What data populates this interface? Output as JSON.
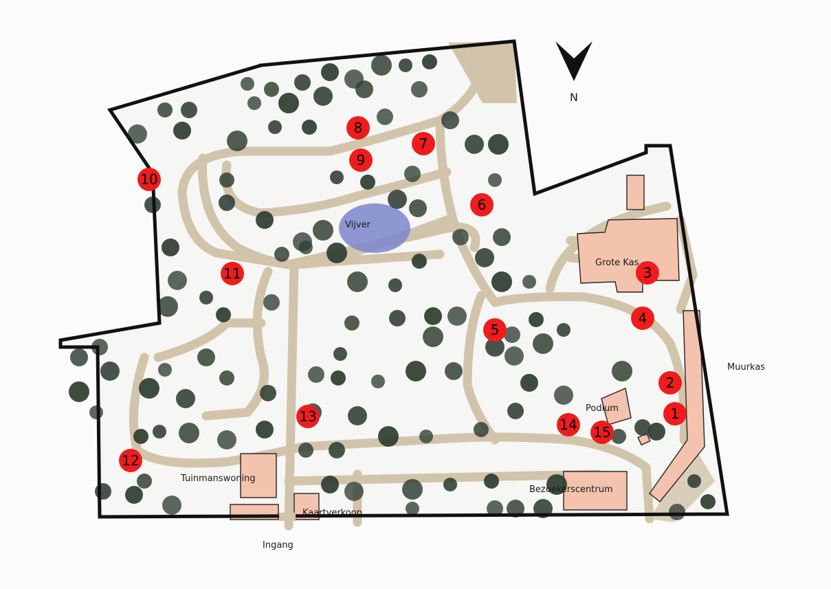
{
  "map": {
    "compass": {
      "label": "N",
      "icon": "north-arrow-icon"
    },
    "labels": {
      "pond": "Vijver",
      "greenhouse": "Grote Kas",
      "wall_greenhouse": "Muurkas",
      "stage": "Podium",
      "visitor_center": "Bezoekerscentrum",
      "gardener_house": "Tuinmanswoning",
      "ticket_office": "Kaartverkoop",
      "entrance": "Ingang"
    },
    "markers": [
      "1",
      "2",
      "3",
      "4",
      "5",
      "6",
      "7",
      "8",
      "9",
      "10",
      "11",
      "12",
      "13",
      "14",
      "15"
    ],
    "colors": {
      "marker": "#ee1c1c",
      "building": "#f3c3ad",
      "path": "#d2c4aa",
      "pond": "#7d86cc",
      "tree": "#2f3d33",
      "outline": "#111111"
    }
  }
}
